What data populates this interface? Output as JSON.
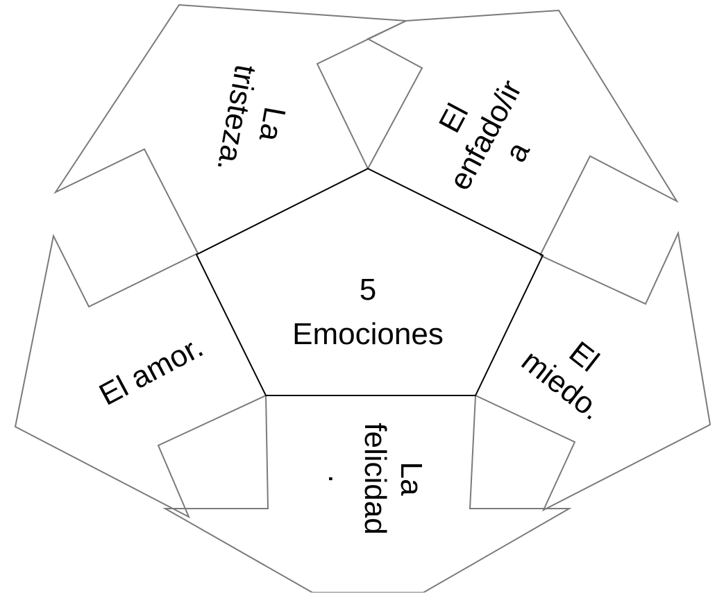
{
  "center": {
    "line1": "5",
    "line2": "Emociones"
  },
  "petals": {
    "sadness": {
      "line1": "La",
      "line2": "tristeza."
    },
    "anger": {
      "line1": "El",
      "line2": "enfado/ir",
      "line3": "a"
    },
    "fear": {
      "line1": "El",
      "line2": "miedo."
    },
    "happiness": {
      "line1": "La",
      "line2": "felicidad",
      "line3": "."
    },
    "love": {
      "line1": "El amor."
    }
  },
  "colors": {
    "outline": "#7a7a7a",
    "inner_edge": "#000000",
    "text": "#000000",
    "background": "#ffffff"
  }
}
